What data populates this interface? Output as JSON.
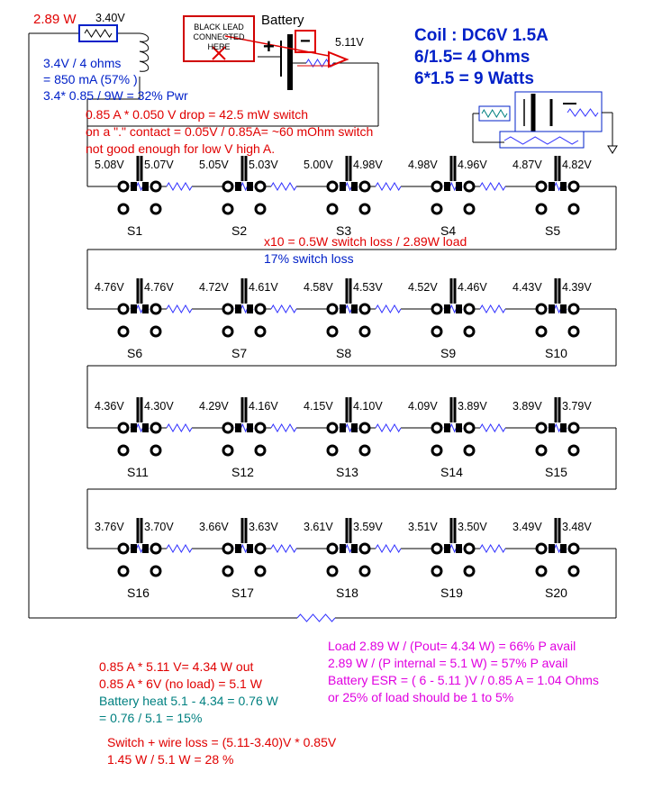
{
  "top_labels": {
    "load_watts": "2.89 W",
    "load_voltage": "3.40V",
    "battery_label": "Battery",
    "battery_out_voltage": "5.11V",
    "black_lead_note": "BLACK LEAD CONNECTED HERE",
    "battery_plus": "+",
    "battery_minus": "−"
  },
  "coil_calc": {
    "line1": "Coil : DC6V 1.5A",
    "line2": "6/1.5= 4 Ohms",
    "line3": "6*1.5 = 9 Watts"
  },
  "load_calc": {
    "line1": "3.4V / 4 ohms",
    "line2": "= 850 mA (57% )",
    "line3": "3.4* 0.85 / 9W = 32% Pwr"
  },
  "switch_calc": {
    "line1": "0.85 A * 0.050 V drop = 42.5 mW switch",
    "line2": "on a \".\" contact = 0.05V / 0.85A= ~60 mOhm switch",
    "line3": "not good enough for low V high A."
  },
  "switch_loss": {
    "line1": "x10 = 0.5W  switch loss / 2.89W load",
    "line2": "17% switch loss"
  },
  "switches": [
    {
      "name": "S1",
      "vin": "5.08V",
      "vout": "5.07V"
    },
    {
      "name": "S2",
      "vin": "5.05V",
      "vout": "5.03V"
    },
    {
      "name": "S3",
      "vin": "5.00V",
      "vout": "4.98V"
    },
    {
      "name": "S4",
      "vin": "4.98V",
      "vout": "4.96V"
    },
    {
      "name": "S5",
      "vin": "4.87V",
      "vout": "4.82V"
    },
    {
      "name": "S6",
      "vin": "4.76V",
      "vout": "4.76V"
    },
    {
      "name": "S7",
      "vin": "4.72V",
      "vout": "4.61V"
    },
    {
      "name": "S8",
      "vin": "4.58V",
      "vout": "4.53V"
    },
    {
      "name": "S9",
      "vin": "4.52V",
      "vout": "4.46V"
    },
    {
      "name": "S10",
      "vin": "4.43V",
      "vout": "4.39V"
    },
    {
      "name": "S11",
      "vin": "4.36V",
      "vout": "4.30V"
    },
    {
      "name": "S12",
      "vin": "4.29V",
      "vout": "4.16V"
    },
    {
      "name": "S13",
      "vin": "4.15V",
      "vout": "4.10V"
    },
    {
      "name": "S14",
      "vin": "4.09V",
      "vout": "3.89V"
    },
    {
      "name": "S15",
      "vin": "3.89V",
      "vout": "3.79V"
    },
    {
      "name": "S16",
      "vin": "3.76V",
      "vout": "3.70V"
    },
    {
      "name": "S17",
      "vin": "3.66V",
      "vout": "3.63V"
    },
    {
      "name": "S18",
      "vin": "3.61V",
      "vout": "3.59V"
    },
    {
      "name": "S19",
      "vin": "3.51V",
      "vout": "3.50V"
    },
    {
      "name": "S20",
      "vin": "3.49V",
      "vout": "3.48V"
    }
  ],
  "power_out": {
    "line1": "0.85 A * 5.11 V= 4.34 W out",
    "line2": "0.85 A * 6V (no load) = 5.1 W"
  },
  "battery_heat": {
    "line1": "Battery heat 5.1 - 4.34 = 0.76 W",
    "line2": " = 0.76 / 5.1 = 15%"
  },
  "total_loss": {
    "line1": "Switch + wire loss = (5.11-3.40)V * 0.85V",
    "line2": "1.45 W / 5.1 W = 28 %"
  },
  "efficiency": {
    "line1": "Load 2.89 W / (Pout= 4.34 W) = 66% P avail",
    "line2": "2.89 W / (P internal = 5.1  W) = 57% P avail",
    "line3": "Battery ESR = ( 6 - 5.11 )V / 0.85 A = 1.04 Ohms",
    "line4": "or 25% of load  should be 1 to 5%"
  },
  "colors": {
    "red": "#e00000",
    "blue": "#0020c8",
    "magenta": "#e000e0",
    "teal": "#008080",
    "wire": "#000000",
    "resistor_blue": "#3030ff"
  }
}
